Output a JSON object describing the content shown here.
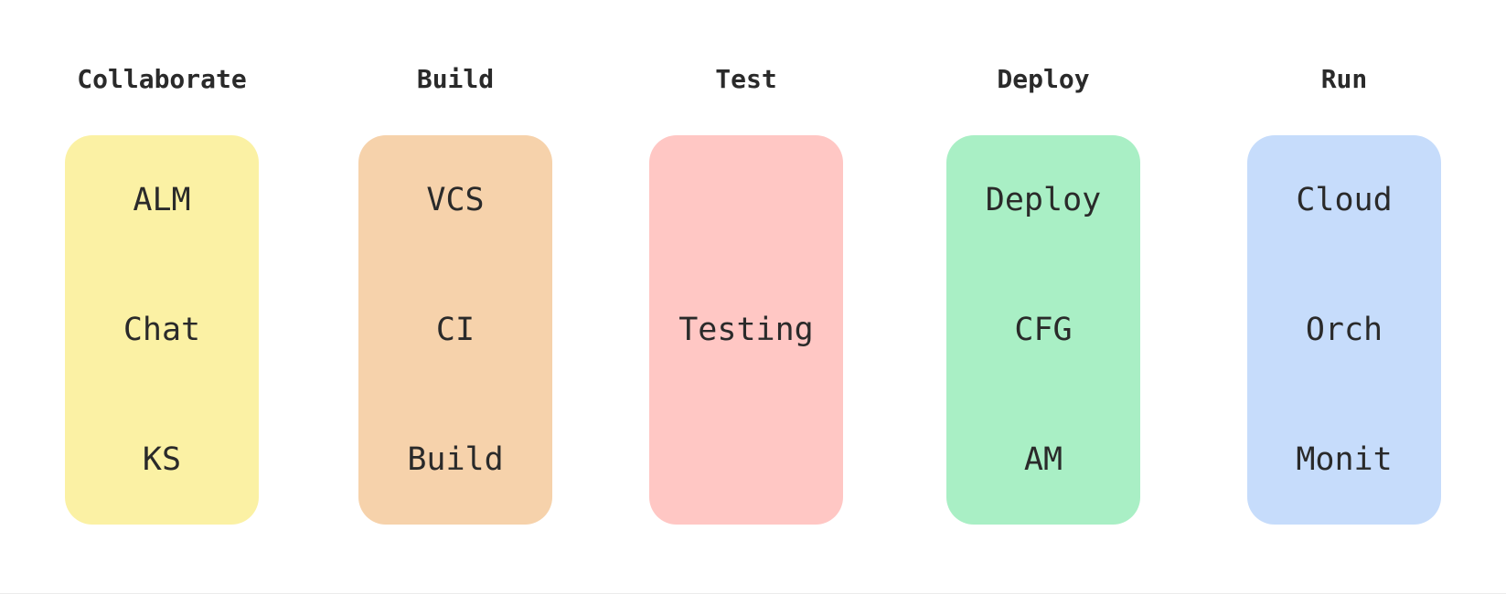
{
  "stages": [
    {
      "title": "Collaborate",
      "color": "#FBF1A4",
      "items": [
        "ALM",
        "Chat",
        "KS"
      ]
    },
    {
      "title": "Build",
      "color": "#F6D2AB",
      "items": [
        "VCS",
        "CI",
        "Build"
      ]
    },
    {
      "title": "Test",
      "color": "#FFC7C4",
      "items": [
        "",
        "Testing",
        ""
      ]
    },
    {
      "title": "Deploy",
      "color": "#A9EFC5",
      "items": [
        "Deploy",
        "CFG",
        "AM"
      ]
    },
    {
      "title": "Run",
      "color": "#C6DCFB",
      "items": [
        "Cloud",
        "Orch",
        "Monit"
      ]
    }
  ],
  "arrows": {
    "color": "#3A3A3A"
  },
  "colors": {
    "background": "#FFFFFF",
    "text": "#2A2A2A"
  }
}
